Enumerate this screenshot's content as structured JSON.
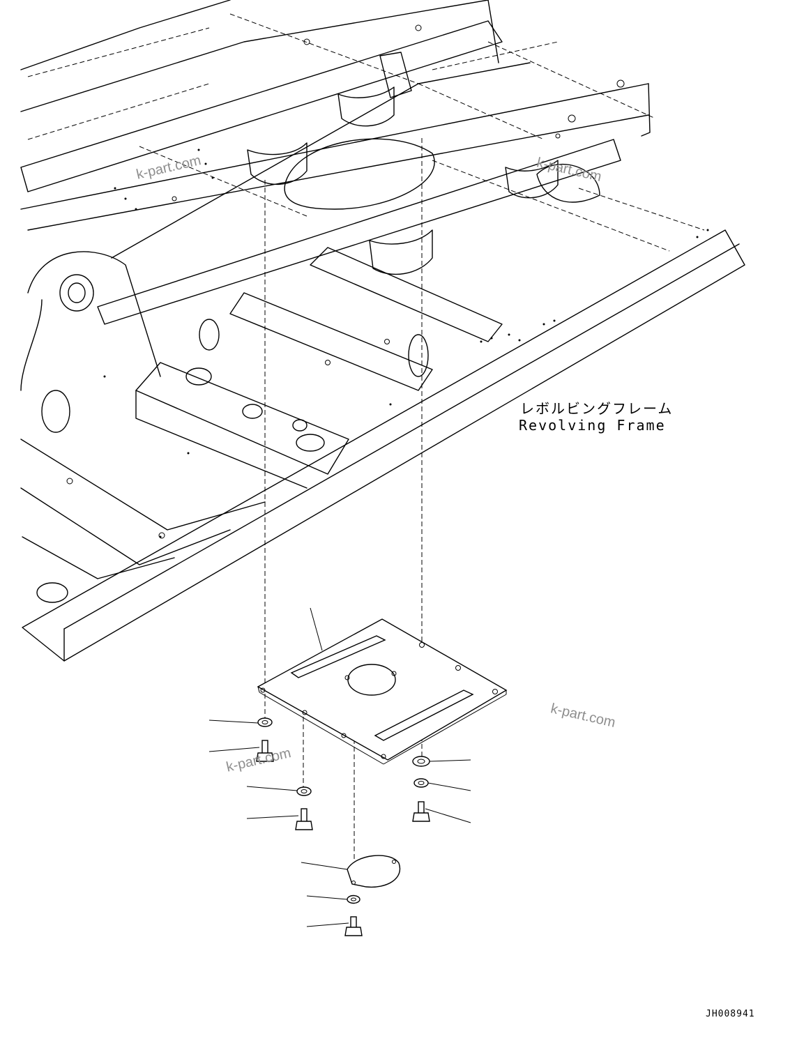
{
  "frame_label": {
    "japanese": "レボルビングフレーム",
    "english": "Revolving Frame"
  },
  "watermarks": [
    "k-part.com",
    "k-part.com",
    "k-part.com",
    "k-part.com"
  ],
  "drawing_code": "JH008941",
  "icons": {
    "cover_plate": "cover-plate",
    "small_cover": "small-round-cover",
    "washer": "washer",
    "bolt": "bolt"
  }
}
